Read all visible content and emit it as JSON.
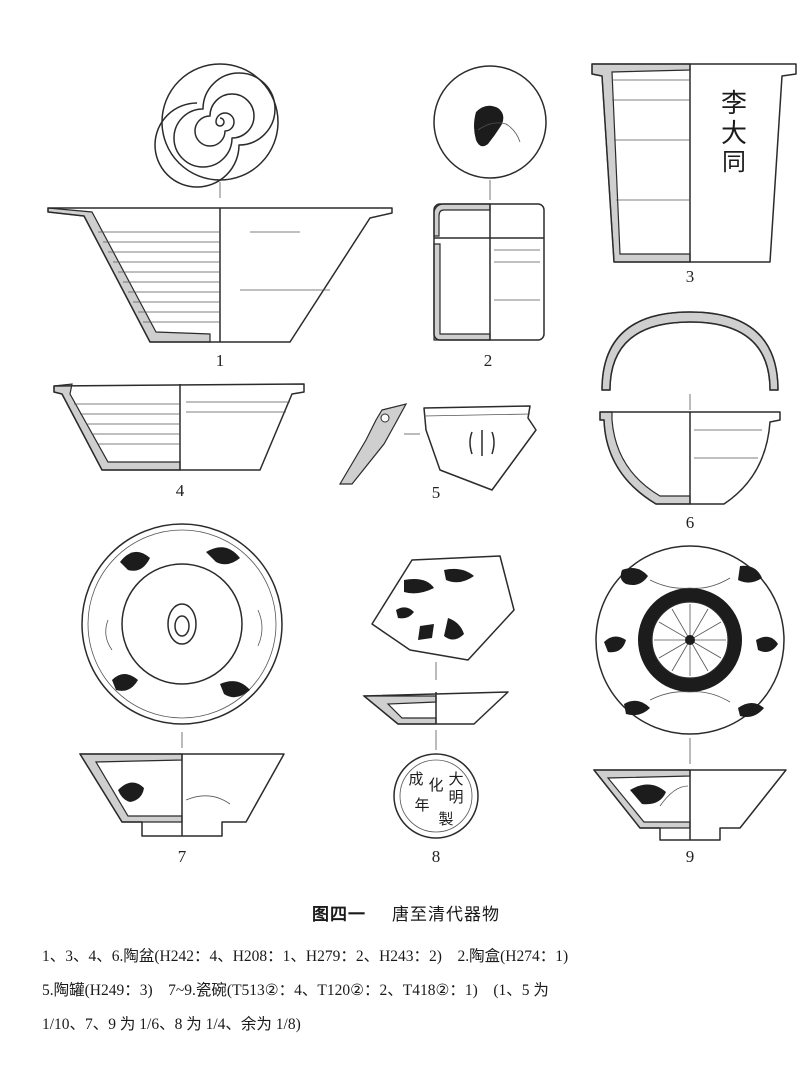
{
  "figure": {
    "numbers": [
      "1",
      "2",
      "3",
      "4",
      "5",
      "6",
      "7",
      "8",
      "9"
    ],
    "inscriptions": {
      "item3": [
        "李",
        "大",
        "同"
      ],
      "item8": [
        "大",
        "明",
        "成",
        "化",
        "年",
        "製"
      ]
    }
  },
  "caption": {
    "label": "图四一",
    "title": "唐至清代器物",
    "lines": [
      "1、3、4、6.陶盆(H242：4、H208：1、H279：2、H243：2)　2.陶盒(H274：1)",
      "5.陶罐(H249：3)　7~9.瓷碗(T513②：4、T120②：2、T418②：1)　(1、5 为",
      "1/10、7、9 为 1/6、8 为 1/4、余为 1/8)"
    ]
  }
}
